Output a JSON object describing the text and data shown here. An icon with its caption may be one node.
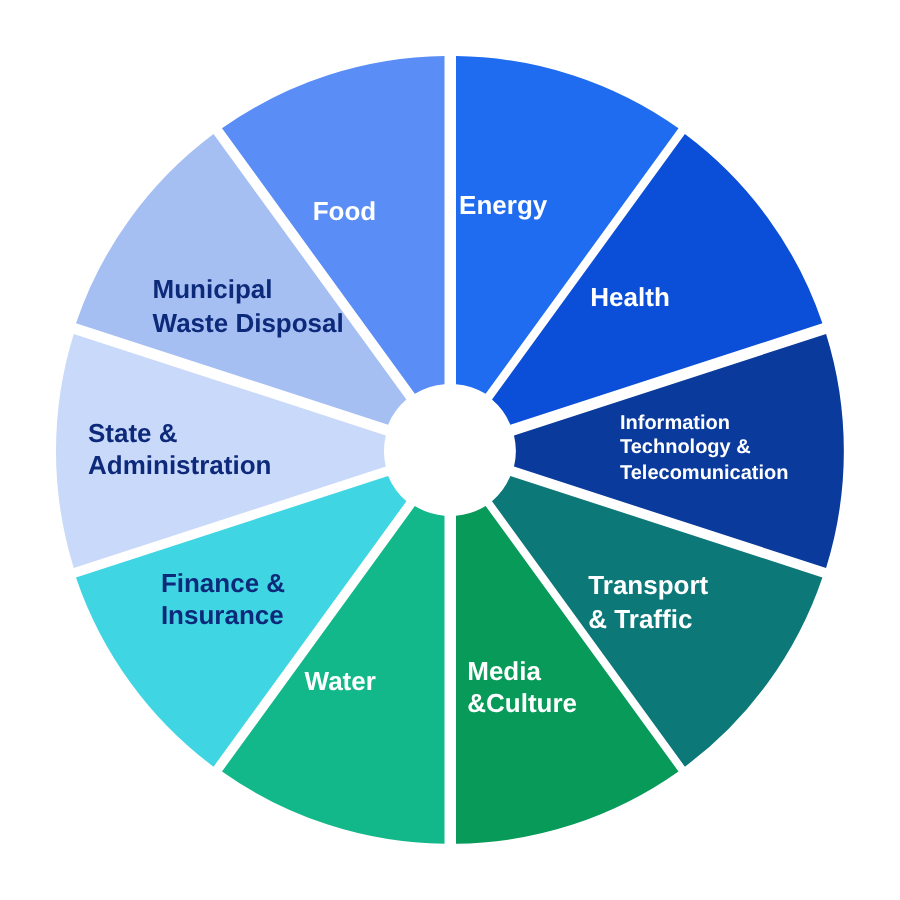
{
  "diagram": {
    "nodes": [
      {
        "text": [
          "Energy"
        ]
      },
      {
        "text": [
          "Health"
        ]
      },
      {
        "text": [
          "Information Technology & Telecomunication"
        ]
      },
      {
        "text": [
          "Transport & Traffic"
        ]
      },
      {
        "text": [
          "Media &Culture"
        ]
      },
      {
        "text": [
          "Water"
        ]
      },
      {
        "text": [
          "Finance & Insurance"
        ]
      },
      {
        "text": [
          "State & Administration"
        ]
      },
      {
        "text": [
          "Municipal Waste Disposal"
        ]
      },
      {
        "text": [
          "Food"
        ]
      }
    ]
  }
}
